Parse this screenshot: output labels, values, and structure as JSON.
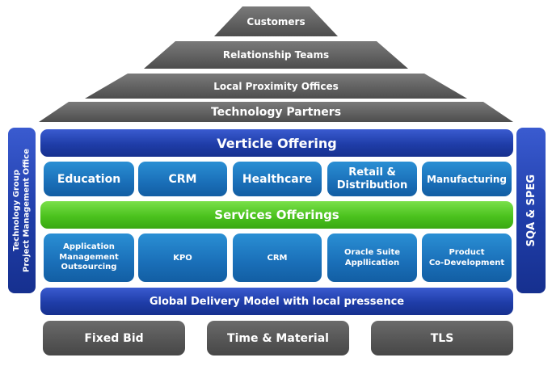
{
  "roof": {
    "customers": "Customers",
    "relationship_teams": "Relationship Teams",
    "local_proximity_offices": "Local Proximity Offices",
    "technology_partners": "Technology Partners"
  },
  "left_pillar": {
    "line1": "Technology Group",
    "line2": "Project Management Office"
  },
  "right_pillar": "SQA & SPEG",
  "vertical_offering": {
    "title": "Verticle Offering",
    "items": [
      {
        "line1": "Education",
        "line2": ""
      },
      {
        "line1": "CRM",
        "line2": ""
      },
      {
        "line1": "Healthcare",
        "line2": ""
      },
      {
        "line1": "Retail &",
        "line2": "Distribution"
      },
      {
        "line1": "Manufacturing",
        "line2": ""
      }
    ]
  },
  "services_offerings": {
    "title": "Services Offerings",
    "items": [
      {
        "line1": "Application",
        "line2": "Management",
        "line3": "Outsourcing"
      },
      {
        "line1": "KPO",
        "line2": "",
        "line3": ""
      },
      {
        "line1": "CRM",
        "line2": "",
        "line3": ""
      },
      {
        "line1": "Oracle Suite",
        "line2": "Appllication",
        "line3": ""
      },
      {
        "line1": "Product",
        "line2": "Co-Development",
        "line3": ""
      }
    ]
  },
  "delivery_model": "Global Delivery Model with local pressence",
  "foundation": [
    "Fixed Bid",
    "Time & Material",
    "TLS"
  ],
  "colors": {
    "roof_grey": "#5a5a5a",
    "dark_blue": "#1f3da8",
    "light_blue": "#1a6fb8",
    "green": "#4bc21e",
    "foundation_grey": "#545454"
  }
}
